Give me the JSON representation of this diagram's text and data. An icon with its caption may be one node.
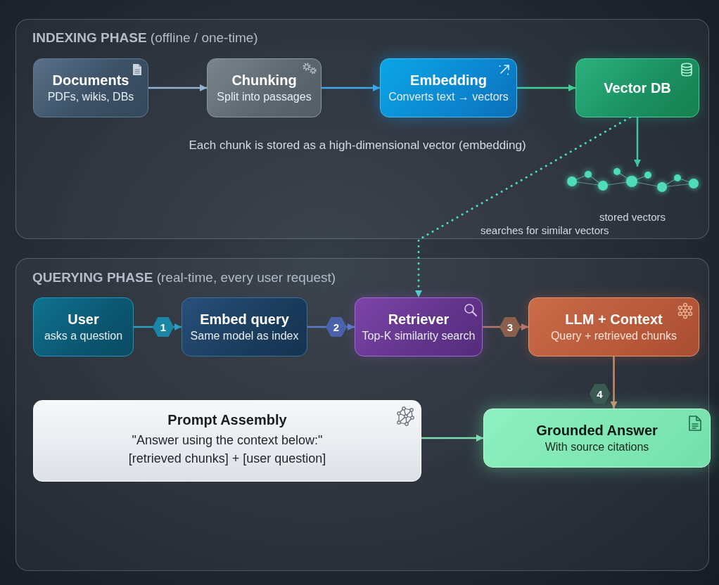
{
  "diagram": {
    "nodes": [
      {
        "text": [
          "**INDEXING PHASE** (offline / one-time)"
        ]
      },
      {
        "text": [
          "Documents",
          "PDFs, wikis, DBs"
        ],
        "in": 0
      },
      {
        "text": [
          "Chunking",
          "Split into passages"
        ],
        "in": 0
      },
      {
        "text": [
          "Embedding",
          "Converts text → vectors"
        ],
        "in": 0
      },
      {
        "text": [
          "Vector DB"
        ],
        "in": 0
      },
      {
        "text": [],
        "shape": "picture",
        "beside": [
          "stored vectors"
        ],
        "in": 0
      },
      {
        "text": [
          "**QUERYING PHASE** (real-time, every user request)"
        ]
      },
      {
        "text": [
          "User",
          "asks a question"
        ],
        "in": 6
      },
      {
        "text": [
          "Embed query",
          "Same model as index"
        ],
        "in": 6
      },
      {
        "text": [
          "Retriever",
          "Top-K similarity search"
        ],
        "in": 6
      },
      {
        "text": [
          "LLM + Context",
          "Query + retrieved chunks"
        ],
        "in": 6
      },
      {
        "text": [
          "Prompt Assembly",
          "\"Answer using the context below:\"",
          "[retrieved chunks] + [user question]"
        ],
        "in": 6
      },
      {
        "text": [
          "Grounded Answer",
          "With source citations"
        ],
        "in": 6
      }
    ],
    "edges": [
      {
        "from": 1,
        "to": 2,
        "arrow": "to",
        "color": "#8fb3d1"
      },
      {
        "from": 2,
        "to": 3,
        "arrow": "to",
        "color": "#3fa9ec"
      },
      {
        "from": 3,
        "to": 4,
        "arrow": "to",
        "color": "#3dd39b"
      },
      {
        "from": 4,
        "to": 5,
        "arrow": "to",
        "color": "#3cc7a2"
      },
      {
        "from": 4,
        "to": 9,
        "arrow": "to",
        "style": "dashed",
        "color": "#4fd8cc",
        "label": "searches for similar vectors"
      },
      {
        "from": 7,
        "to": 8,
        "arrow": "to",
        "color": "#2b9fc0",
        "label": "1"
      },
      {
        "from": 8,
        "to": 9,
        "arrow": "to",
        "color": "#5b7cc4",
        "label": "2"
      },
      {
        "from": 9,
        "to": 10,
        "arrow": "to",
        "color": "#b47a6c",
        "label": "3"
      },
      {
        "from": 10,
        "to": 12,
        "arrow": "to",
        "color": "#c98a6c",
        "label": "4"
      },
      {
        "from": 11,
        "to": 12,
        "arrow": "to",
        "color": "#7fdcb2"
      }
    ],
    "labels": [
      "Each chunk is stored as a high-dimensional vector (embedding)"
    ]
  }
}
